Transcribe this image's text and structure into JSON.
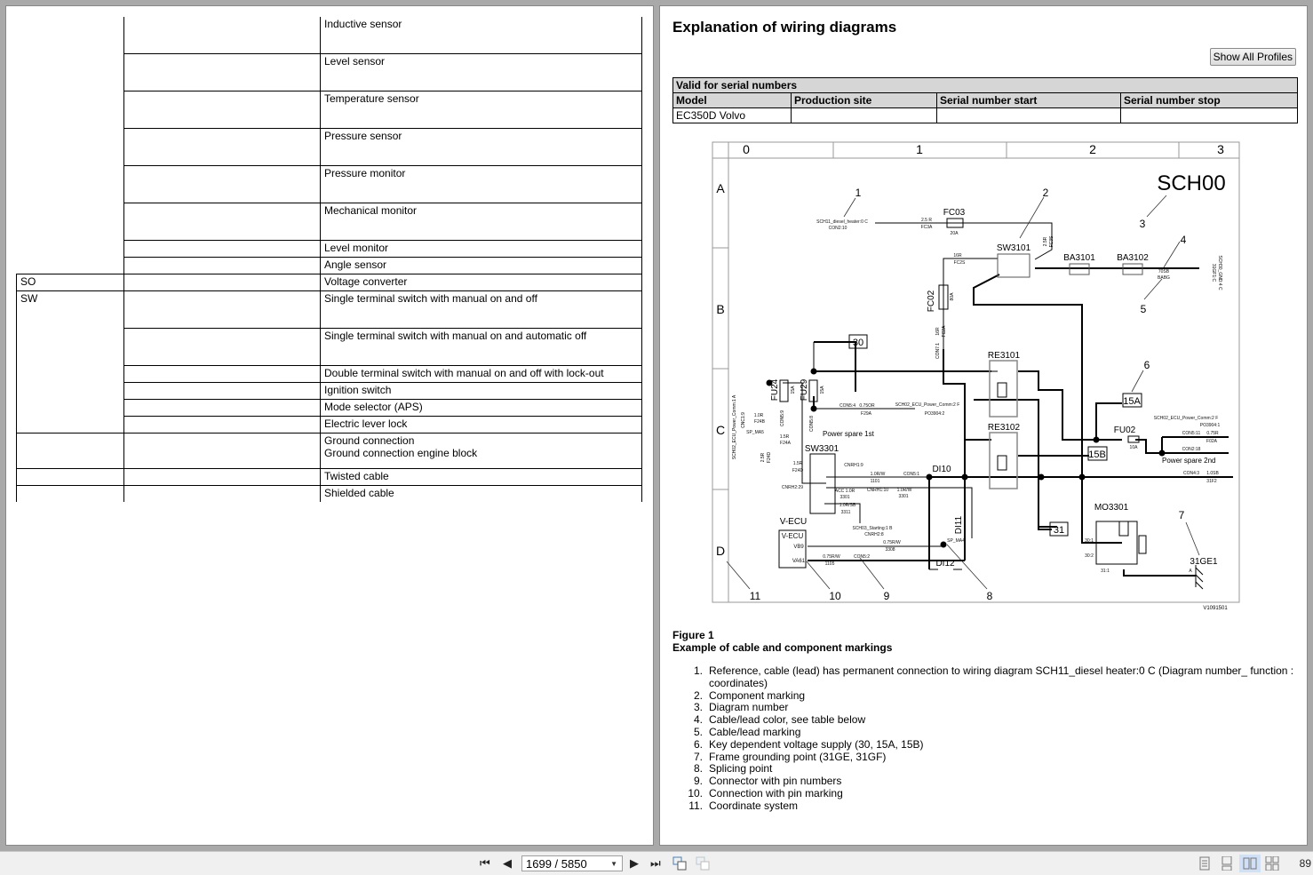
{
  "left_page": {
    "rows": [
      {
        "code": "",
        "symbol": "",
        "description": "Inductive sensor",
        "tall": true
      },
      {
        "code": "",
        "symbol": "",
        "description": "Level sensor",
        "tall": true
      },
      {
        "code": "",
        "symbol": "",
        "description": "Temperature sensor",
        "tall": true
      },
      {
        "code": "",
        "symbol": "",
        "description": "Pressure sensor",
        "tall": true
      },
      {
        "code": "",
        "symbol": "",
        "description": "Pressure monitor",
        "tall": true
      },
      {
        "code": "",
        "symbol": "",
        "description": "Mechanical monitor",
        "tall": true
      },
      {
        "code": "",
        "symbol": "",
        "description": "Level monitor",
        "tall": false
      },
      {
        "code": "",
        "symbol": "",
        "description": "Angle sensor",
        "tall": false
      },
      {
        "code": "SO",
        "symbol": "",
        "description": "Voltage converter",
        "tall": false
      },
      {
        "code": "SW",
        "symbol": "",
        "description": "Single terminal switch with manual on and off",
        "tall": true
      },
      {
        "code": "",
        "symbol": "",
        "description": "Single terminal switch with manual on and automatic off",
        "tall": true
      },
      {
        "code": "",
        "symbol": "",
        "description": "Double terminal switch with manual on and off with lock-out",
        "tall": false
      },
      {
        "code": "",
        "symbol": "",
        "description": "Ignition switch",
        "tall": false
      },
      {
        "code": "",
        "symbol": "",
        "description": "Mode selector (APS)",
        "tall": false
      },
      {
        "code": "",
        "symbol": "",
        "description": "Electric lever lock",
        "tall": false
      },
      {
        "code": "",
        "symbol": "",
        "description": "Ground connection",
        "description2": "Ground connection engine block",
        "tall": true
      },
      {
        "code": "",
        "symbol": "",
        "description": "Twisted cable",
        "tall": false
      },
      {
        "code": "",
        "symbol": "",
        "description": "Shielded cable",
        "tall": false
      }
    ]
  },
  "right_page": {
    "title": "Explanation of wiring diagrams",
    "show_all_profiles": "Show All Profiles",
    "serial_table": {
      "caption": "Valid for serial numbers",
      "headers": [
        "Model",
        "Production site",
        "Serial number start",
        "Serial number stop"
      ],
      "rows": [
        [
          "EC350D Volvo",
          "",
          "",
          ""
        ]
      ]
    },
    "diagram": {
      "columns": [
        "0",
        "1",
        "2",
        "3"
      ],
      "rows": [
        "A",
        "B",
        "C",
        "D"
      ],
      "diagram_number": "SCH00",
      "callouts": [
        "1",
        "2",
        "3",
        "4",
        "5",
        "6",
        "7",
        "8",
        "9",
        "10",
        "11"
      ],
      "labels": {
        "ref1": "SCH11_diesel_heater:0 C",
        "ref1b": "CON2:10",
        "fc03": "FC03",
        "fc03_rating": "20A",
        "w25r": "2.5 R",
        "fc3a": "FC3A",
        "sw3101": "SW3101",
        "w25r_v": "2.5R",
        "fc3s": "FC3S",
        "w16r": "16R",
        "fc2s": "FC2S",
        "fc02": "FC02",
        "fc02_rating": "80A",
        "w16r_v": "16R",
        "fc2a": "FC2A",
        "con7": "CON7:1",
        "ba3101": "BA3101",
        "ba3102": "BA3102",
        "w70sb": "70SB",
        "babg": "BABG",
        "sch30": "SCH30_GND:4 C",
        "sch30b": "31GF1:C",
        "t30": "30",
        "t15a": "15A",
        "t15b": "15B",
        "t31": "31",
        "re3101": "RE3101",
        "re3102": "RE3102",
        "fu24": "FU24",
        "fu29": "FU29",
        "fu_rating": "15A",
        "fu02": "FU02",
        "fu02_rating": "10A",
        "con54": "CON5:4",
        "w075or": "0.75OR",
        "f29a": "F29A",
        "sch02a": "SCH02_ECU_Power_Comm:2 F",
        "po3904_2": "PO3904:2",
        "power_spare1": "Power spare 1st",
        "power_spare2": "Power spare 2nd",
        "sch02b": "SCH02_ECU_Power_Comm:2 F",
        "po3904_1": "PO3904:1",
        "con511": "CON5:11",
        "w075r": "0.75R",
        "f02a": "F02A",
        "con218": "CON2:18",
        "con43": "CON4:3",
        "w10sb": "1.0SB",
        "f31f2": "31F2",
        "sch02c": "SCH02_ECU_Power_Comm:1 A",
        "cnc19": "CNC1:9",
        "w10r": "1.0R",
        "f24b": "F24B",
        "spma5": "SP_MA5",
        "con59": "CON5:9",
        "w15r": "1.5R",
        "f24a": "F24A",
        "con58": "CON5:8",
        "w25r2": "2.5R",
        "f24d": "F24D",
        "sw3301": "SW3301",
        "w15r2": "1.5R",
        "f24d2": "F24D",
        "cnrh19": "CNRH1:9",
        "cnrh229": "CNRH2:29",
        "w10rw": "1.0R/W",
        "n1101": "1101",
        "con51": "CON5:1",
        "acc": "ACC 1.0R",
        "n3301": "3301",
        "cnrh110": "CNRH1:10",
        "w10rw2": "1.0R/W",
        "n3301b": "3301",
        "w10rsb": "1.0R/SB",
        "n3311": "3311",
        "sch03": "SCH03_Starting:1 B",
        "cnrh28": "CNRH2:8",
        "di10": "DI10",
        "di11": "DI11",
        "di12": "DI12",
        "vecu": "V-ECU",
        "vecu_box": "V-ECU",
        "vb9": "VB9",
        "va61": "VA61",
        "w075rw": "0.75R/W",
        "n3308": "3308",
        "spma4": "SP_MA4",
        "w075rw2": "0.75R/W",
        "n1105": "1105",
        "con52": "CON5:2",
        "mo3301": "MO3301",
        "p301": "30:1",
        "p302": "30:2",
        "p311": "31:1",
        "g31ge1": "31GE1",
        "ga": "A",
        "image_id": "V1091501"
      }
    },
    "figure_caption": "Figure 1",
    "figure_subcaption": "Example of cable and component markings",
    "legend": [
      {
        "num": "1.",
        "text": "Reference, cable (lead) has permanent connection to wiring diagram SCH11_diesel heater:0 C (Diagram number_ function : coordinates)"
      },
      {
        "num": "2.",
        "text": "Component marking"
      },
      {
        "num": "3.",
        "text": "Diagram number"
      },
      {
        "num": "4.",
        "text": "Cable/lead color, see table below"
      },
      {
        "num": "5.",
        "text": "Cable/lead marking"
      },
      {
        "num": "6.",
        "text": "Key dependent voltage supply (30, 15A, 15B)"
      },
      {
        "num": "7.",
        "text": "Frame grounding point (31GE, 31GF)"
      },
      {
        "num": "8.",
        "text": "Splicing point"
      },
      {
        "num": "9.",
        "text": "Connector with pin numbers"
      },
      {
        "num": "10.",
        "text": "Connection with pin marking"
      },
      {
        "num": "11.",
        "text": "Coordinate system"
      }
    ]
  },
  "toolbar": {
    "page_indicator": "1699 / 5850",
    "zoom": "89",
    "icons": [
      "first-page-icon",
      "prev-page-icon",
      "next-page-icon",
      "last-page-icon",
      "go-back-icon",
      "go-forward-icon",
      "single-page-icon",
      "continuous-icon",
      "two-page-icon",
      "two-page-continuous-icon"
    ],
    "active_view": "two-page-icon",
    "accent": "#cfe0f7"
  }
}
